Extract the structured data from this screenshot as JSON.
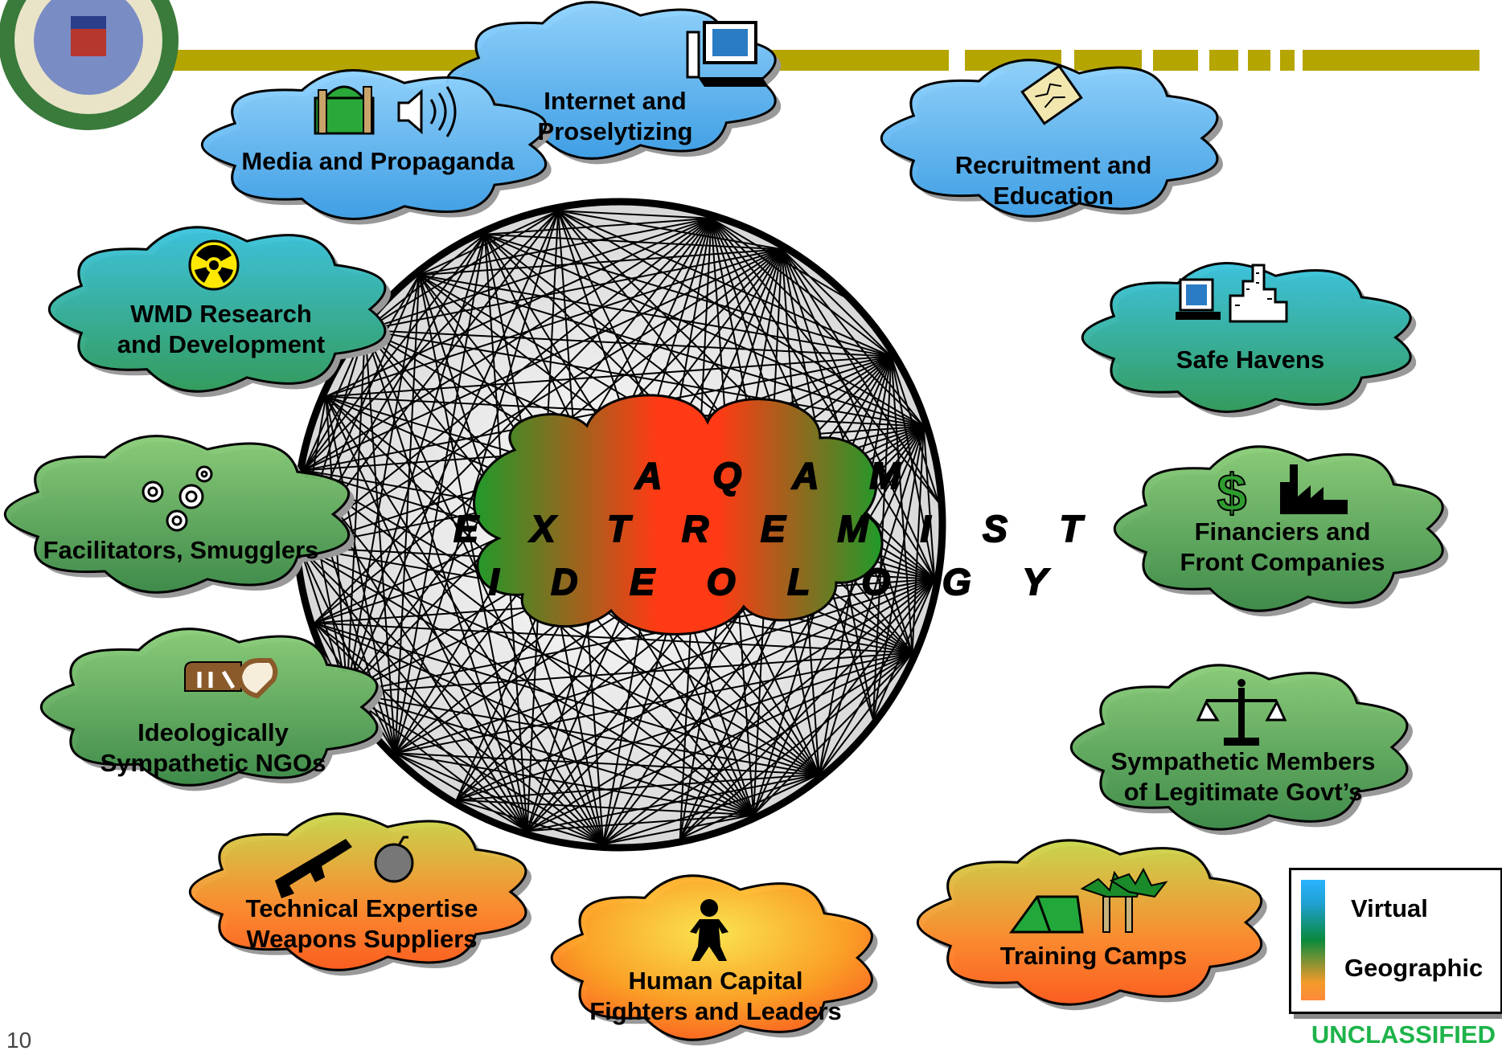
{
  "center": {
    "line1": "A Q A M",
    "line2": "E X T R E M I S T",
    "line3": "I D E O L O G Y"
  },
  "nodes": [
    {
      "id": "internet",
      "lines": [
        "Internet and",
        "Proselytizing"
      ],
      "icon": "computer-icon"
    },
    {
      "id": "recruitment",
      "lines": [
        "Recruitment and",
        "Education"
      ],
      "icon": "scroll-map-icon"
    },
    {
      "id": "safe-havens",
      "lines": [
        "Safe Havens"
      ],
      "icon": "computer-city-icon"
    },
    {
      "id": "financiers",
      "lines": [
        "Financiers  and",
        "Front Companies"
      ],
      "icon": "dollar-factory-icon"
    },
    {
      "id": "govt",
      "lines": [
        "Sympathetic Members",
        "of Legitimate Govt’s"
      ],
      "icon": "scales-icon"
    },
    {
      "id": "training",
      "lines": [
        "Training Camps"
      ],
      "icon": "tent-palm-icon"
    },
    {
      "id": "human-capital",
      "lines": [
        "Human Capital",
        "Fighters and Leaders"
      ],
      "icon": "person-icon"
    },
    {
      "id": "weapons",
      "lines": [
        "Technical Expertise",
        "Weapons Suppliers"
      ],
      "icon": "rifle-bomb-icon"
    },
    {
      "id": "ngos",
      "lines": [
        "Ideologically",
        "Sympathetic NGOs"
      ],
      "icon": "bread-icon"
    },
    {
      "id": "facilitators",
      "lines": [
        "Facilitators, Smugglers"
      ],
      "icon": "gears-icon"
    },
    {
      "id": "wmd",
      "lines": [
        "WMD Research",
        "and Development"
      ],
      "icon": "radiation-icon"
    },
    {
      "id": "media",
      "lines": [
        "Media and Propaganda"
      ],
      "icon": "mosque-speaker-icon"
    }
  ],
  "legend": {
    "virtual": "Virtual",
    "geographic": "Geographic"
  },
  "footer": {
    "page_number": "10",
    "classification": "UNCLASSIFIED"
  },
  "colors": {
    "virtual": "#4fb3f0",
    "transitional": "#2aa7a0",
    "green": "#3f9a4f",
    "geographic": "#ff7a1a",
    "center_red": "#ff3a14",
    "classification": "#1db34a",
    "header_bar": "#b5a500"
  }
}
